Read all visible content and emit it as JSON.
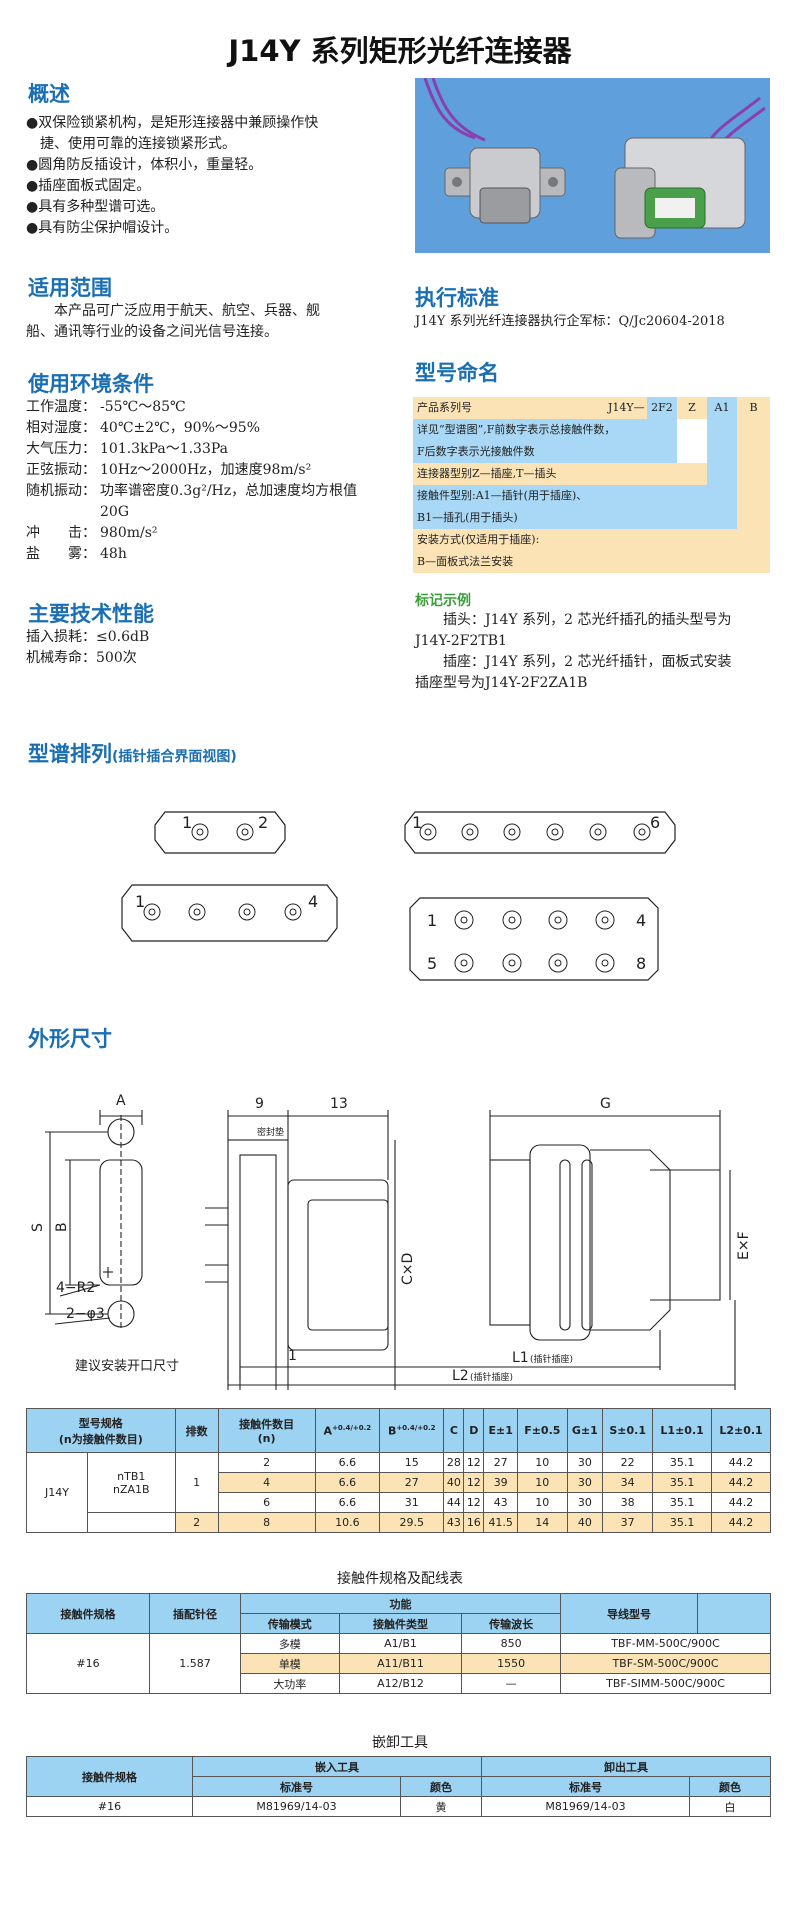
{
  "title": "J14Y 系列矩形光纤连接器",
  "overview": {
    "heading": "概述",
    "bullets": [
      "●双保险锁紧机构，是矩形连接器中兼顾操作快",
      "　捷、使用可靠的连接锁紧形式。",
      "●圆角防反插设计，体积小，重量轻。",
      "●插座面板式固定。",
      "●具有多种型谱可选。",
      "●具有防尘保护帽设计。"
    ]
  },
  "scope": {
    "heading": "适用范围",
    "lines": [
      "　　本产品可广泛应用于航天、航空、兵器、舰",
      "船、通讯等行业的设备之间光信号连接。"
    ]
  },
  "env": {
    "heading": "使用环境条件",
    "rows": [
      {
        "k": "工作温度：",
        "v": "-55℃～85℃"
      },
      {
        "k": "相对湿度：",
        "v": "40℃±2℃，90%～95%"
      },
      {
        "k": "大气压力：",
        "v": "101.3kPa～1.33Pa"
      },
      {
        "k": "正弦振动：",
        "v": "10Hz～2000Hz，加速度98m/s²"
      },
      {
        "k": "随机振动：",
        "v": "功率谱密度0.3g²/Hz，总加速度均方根值"
      },
      {
        "k": "",
        "v": "20G"
      },
      {
        "k": "冲　　击：",
        "v": "980m/s²"
      },
      {
        "k": "盐　　雾：",
        "v": "48h"
      }
    ]
  },
  "perf": {
    "heading": "主要技术性能",
    "lines": [
      "插入损耗：≤0.6dB",
      "机械寿命：500次"
    ]
  },
  "standard": {
    "heading": "执行标准",
    "text": "J14Y 系列光纤连接器执行企军标：Q/Jc20604-2018"
  },
  "naming": {
    "heading": "型号命名",
    "row1": "产品系列号",
    "codes": [
      "J14Y—",
      "2F2",
      "Z",
      "A1",
      "B"
    ],
    "row2a": "详见“型谱图”,F前数字表示总接触件数，",
    "row2b": "F后数字表示光接触件数",
    "row3": "连接器型别Z—插座,T—插头",
    "row4a": "接触件型别:A1—插针(用于插座)、",
    "row4b": "B1—插孔(用于插头)",
    "row5a": "安装方式(仅适用于插座):",
    "row5b": "B—面板式法兰安装"
  },
  "example": {
    "heading": "标记示例",
    "lines": [
      "　　插头：J14Y 系列，2 芯光纤插孔的插头型号为",
      "J14Y-2F2TB1",
      "　　插座：J14Y 系列，2 芯光纤插针，面板式安装",
      "插座型号为J14Y-2F2ZA1B"
    ]
  },
  "layouts": {
    "heading": "型谱排列",
    "sub": "(插针插合界面视图)",
    "l1a": "1",
    "l1b": "2",
    "l2a": "1",
    "l2b": "6",
    "l3a": "1",
    "l3b": "4",
    "l4a": "1",
    "l4b": "4",
    "l4c": "5",
    "l4d": "8"
  },
  "dims": {
    "heading": "外形尺寸",
    "A": "A",
    "S": "S",
    "B": "B",
    "r2": "4−R2",
    "d3": "2−φ3",
    "note": "建议安装开口尺寸",
    "d9": "9",
    "d13": "13",
    "CxD": "C×D",
    "seal": "密封垫",
    "one": "1",
    "G": "G",
    "ExF": "E×F",
    "L1": "L1",
    "L1n": "(插针插座)",
    "L2": "L2",
    "L2n": "(插针插座)"
  },
  "table1": {
    "h": [
      "型号规格",
      "(n为接触件数目)",
      "排数",
      "接触件数目",
      "(n)",
      "A",
      "+0.4/+0.2",
      "B",
      "+0.4/+0.2",
      "C",
      "D",
      "E±1",
      "F±0.5",
      "G±1",
      "S±0.1",
      "L1±0.1",
      "L2±0.1"
    ],
    "model": "J14Y",
    "suffix1": "nTB1",
    "suffix2": "nZA1B",
    "r1": "1",
    "r2": "2",
    "rows": [
      [
        "2",
        "6.6",
        "15",
        "28",
        "12",
        "27",
        "10",
        "30",
        "22",
        "35.1",
        "44.2"
      ],
      [
        "4",
        "6.6",
        "27",
        "40",
        "12",
        "39",
        "10",
        "30",
        "34",
        "35.1",
        "44.2"
      ],
      [
        "6",
        "6.6",
        "31",
        "44",
        "12",
        "43",
        "10",
        "30",
        "38",
        "35.1",
        "44.2"
      ],
      [
        "8",
        "10.6",
        "29.5",
        "43",
        "16",
        "41.5",
        "14",
        "40",
        "37",
        "35.1",
        "44.2"
      ]
    ]
  },
  "table2": {
    "caption": "接触件规格及配线表",
    "h": [
      "接触件规格",
      "插配针径",
      "功能",
      "传输模式",
      "接触件类型",
      "传输波长",
      "导线型号"
    ],
    "spec": "#16",
    "pin": "1.587",
    "rows": [
      [
        "多模",
        "A1/B1",
        "850",
        "TBF-MM-500C/900C"
      ],
      [
        "单模",
        "A11/B11",
        "1550",
        "TBF-SM-500C/900C"
      ],
      [
        "大功率",
        "A12/B12",
        "—",
        "TBF-SIMM-500C/900C"
      ]
    ]
  },
  "table3": {
    "caption": "嵌卸工具",
    "h": [
      "接触件规格",
      "嵌入工具",
      "卸出工具",
      "标准号",
      "颜色",
      "标准号",
      "颜色"
    ],
    "row": [
      "#16",
      "M81969/14-03",
      "黄",
      "M81969/14-03",
      "白"
    ]
  }
}
